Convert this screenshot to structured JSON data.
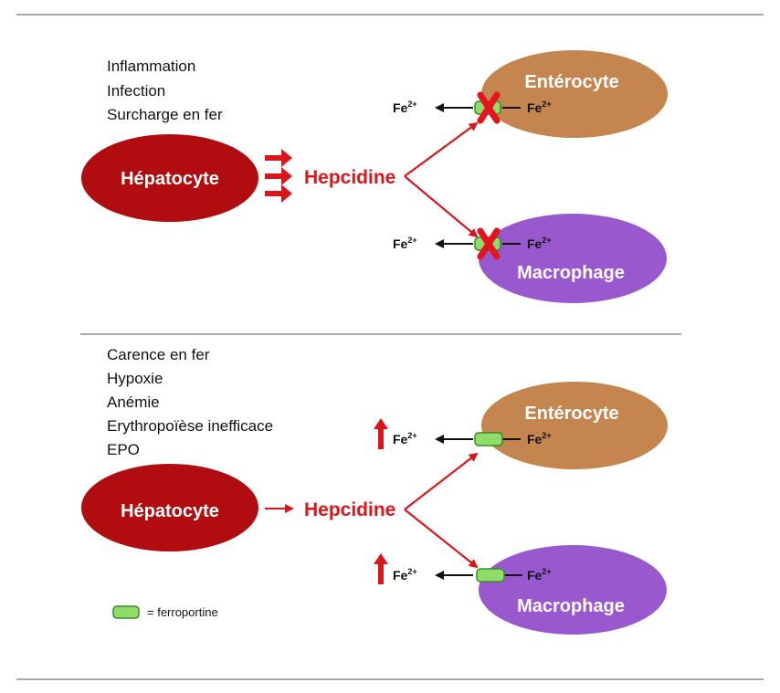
{
  "colors": {
    "hepatocyte": "#b10d10",
    "enterocyte": "#c4864e",
    "macrophage": "#9a58cf",
    "hepcidin": "#d9161b",
    "ferroportin_fill": "#8fdc6a",
    "ferroportin_stroke": "#3a8a2a",
    "block_cross": "#e3141b",
    "divider": "#777777"
  },
  "top": {
    "factors": [
      "Inflammation",
      "Infection",
      "Surcharge en fer"
    ],
    "hepatocyte": "Hépatocyte",
    "hepcidin": "Hepcidine",
    "enterocyte": "Entérocyte",
    "macrophage": "Macrophage",
    "fe_out_base": "Fe",
    "fe_out_sup": "2+",
    "fe_in_base": "Fe",
    "fe_in_sup": "2+"
  },
  "bottom": {
    "factors": [
      "Carence en fer",
      "Hypoxie",
      "Anémie",
      "Erythropoïèse inefficace",
      "EPO"
    ],
    "hepatocyte": "Hépatocyte",
    "hepcidin": "Hepcidine",
    "enterocyte": "Entérocyte",
    "macrophage": "Macrophage",
    "fe_out_base": "Fe",
    "fe_out_sup": "2+",
    "fe_in_base": "Fe",
    "fe_in_sup": "2+"
  },
  "legend": {
    "label": "= ferroportine",
    "icon": "ferroportin-icon"
  }
}
